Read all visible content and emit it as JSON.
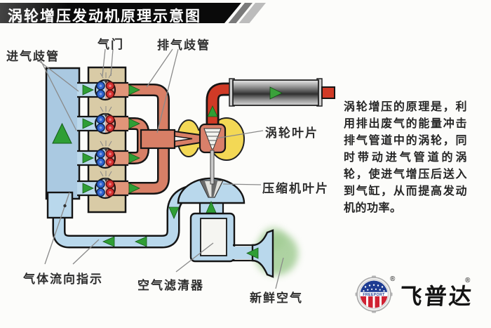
{
  "title": "涡轮增压发动机原理示意图",
  "labels": {
    "intake_manifold": "进气歧管",
    "valve": "气门",
    "exhaust_manifold": "排气歧管",
    "turbine_blade": "涡轮叶片",
    "compressor_blade": "压缩机叶片",
    "flow_direction": "气体流向指示",
    "air_filter": "空气滤清器",
    "fresh_air": "新鲜空气"
  },
  "description": "涡轮增压的原理是，利用排出废气的能量冲击排气管道中的涡轮，同时带动进气管道的涡轮，使进气增压后送入到气缸，从而提高发动机的功率。",
  "logo": {
    "badge_text": "FREEPORT",
    "brand_name": "飞普达",
    "registered_mark": "®"
  },
  "colors": {
    "intake_blue": "#b9d8ec",
    "plenum_blue": "#aac9e1",
    "exhaust_salmon": "#d87f66",
    "hot_red": "#d03a26",
    "engine_tan": "#d9cba6",
    "turbo_yellow": "#f3d855",
    "arrow_green": "#2f9e35",
    "fresh_green": "#9bc98d"
  }
}
